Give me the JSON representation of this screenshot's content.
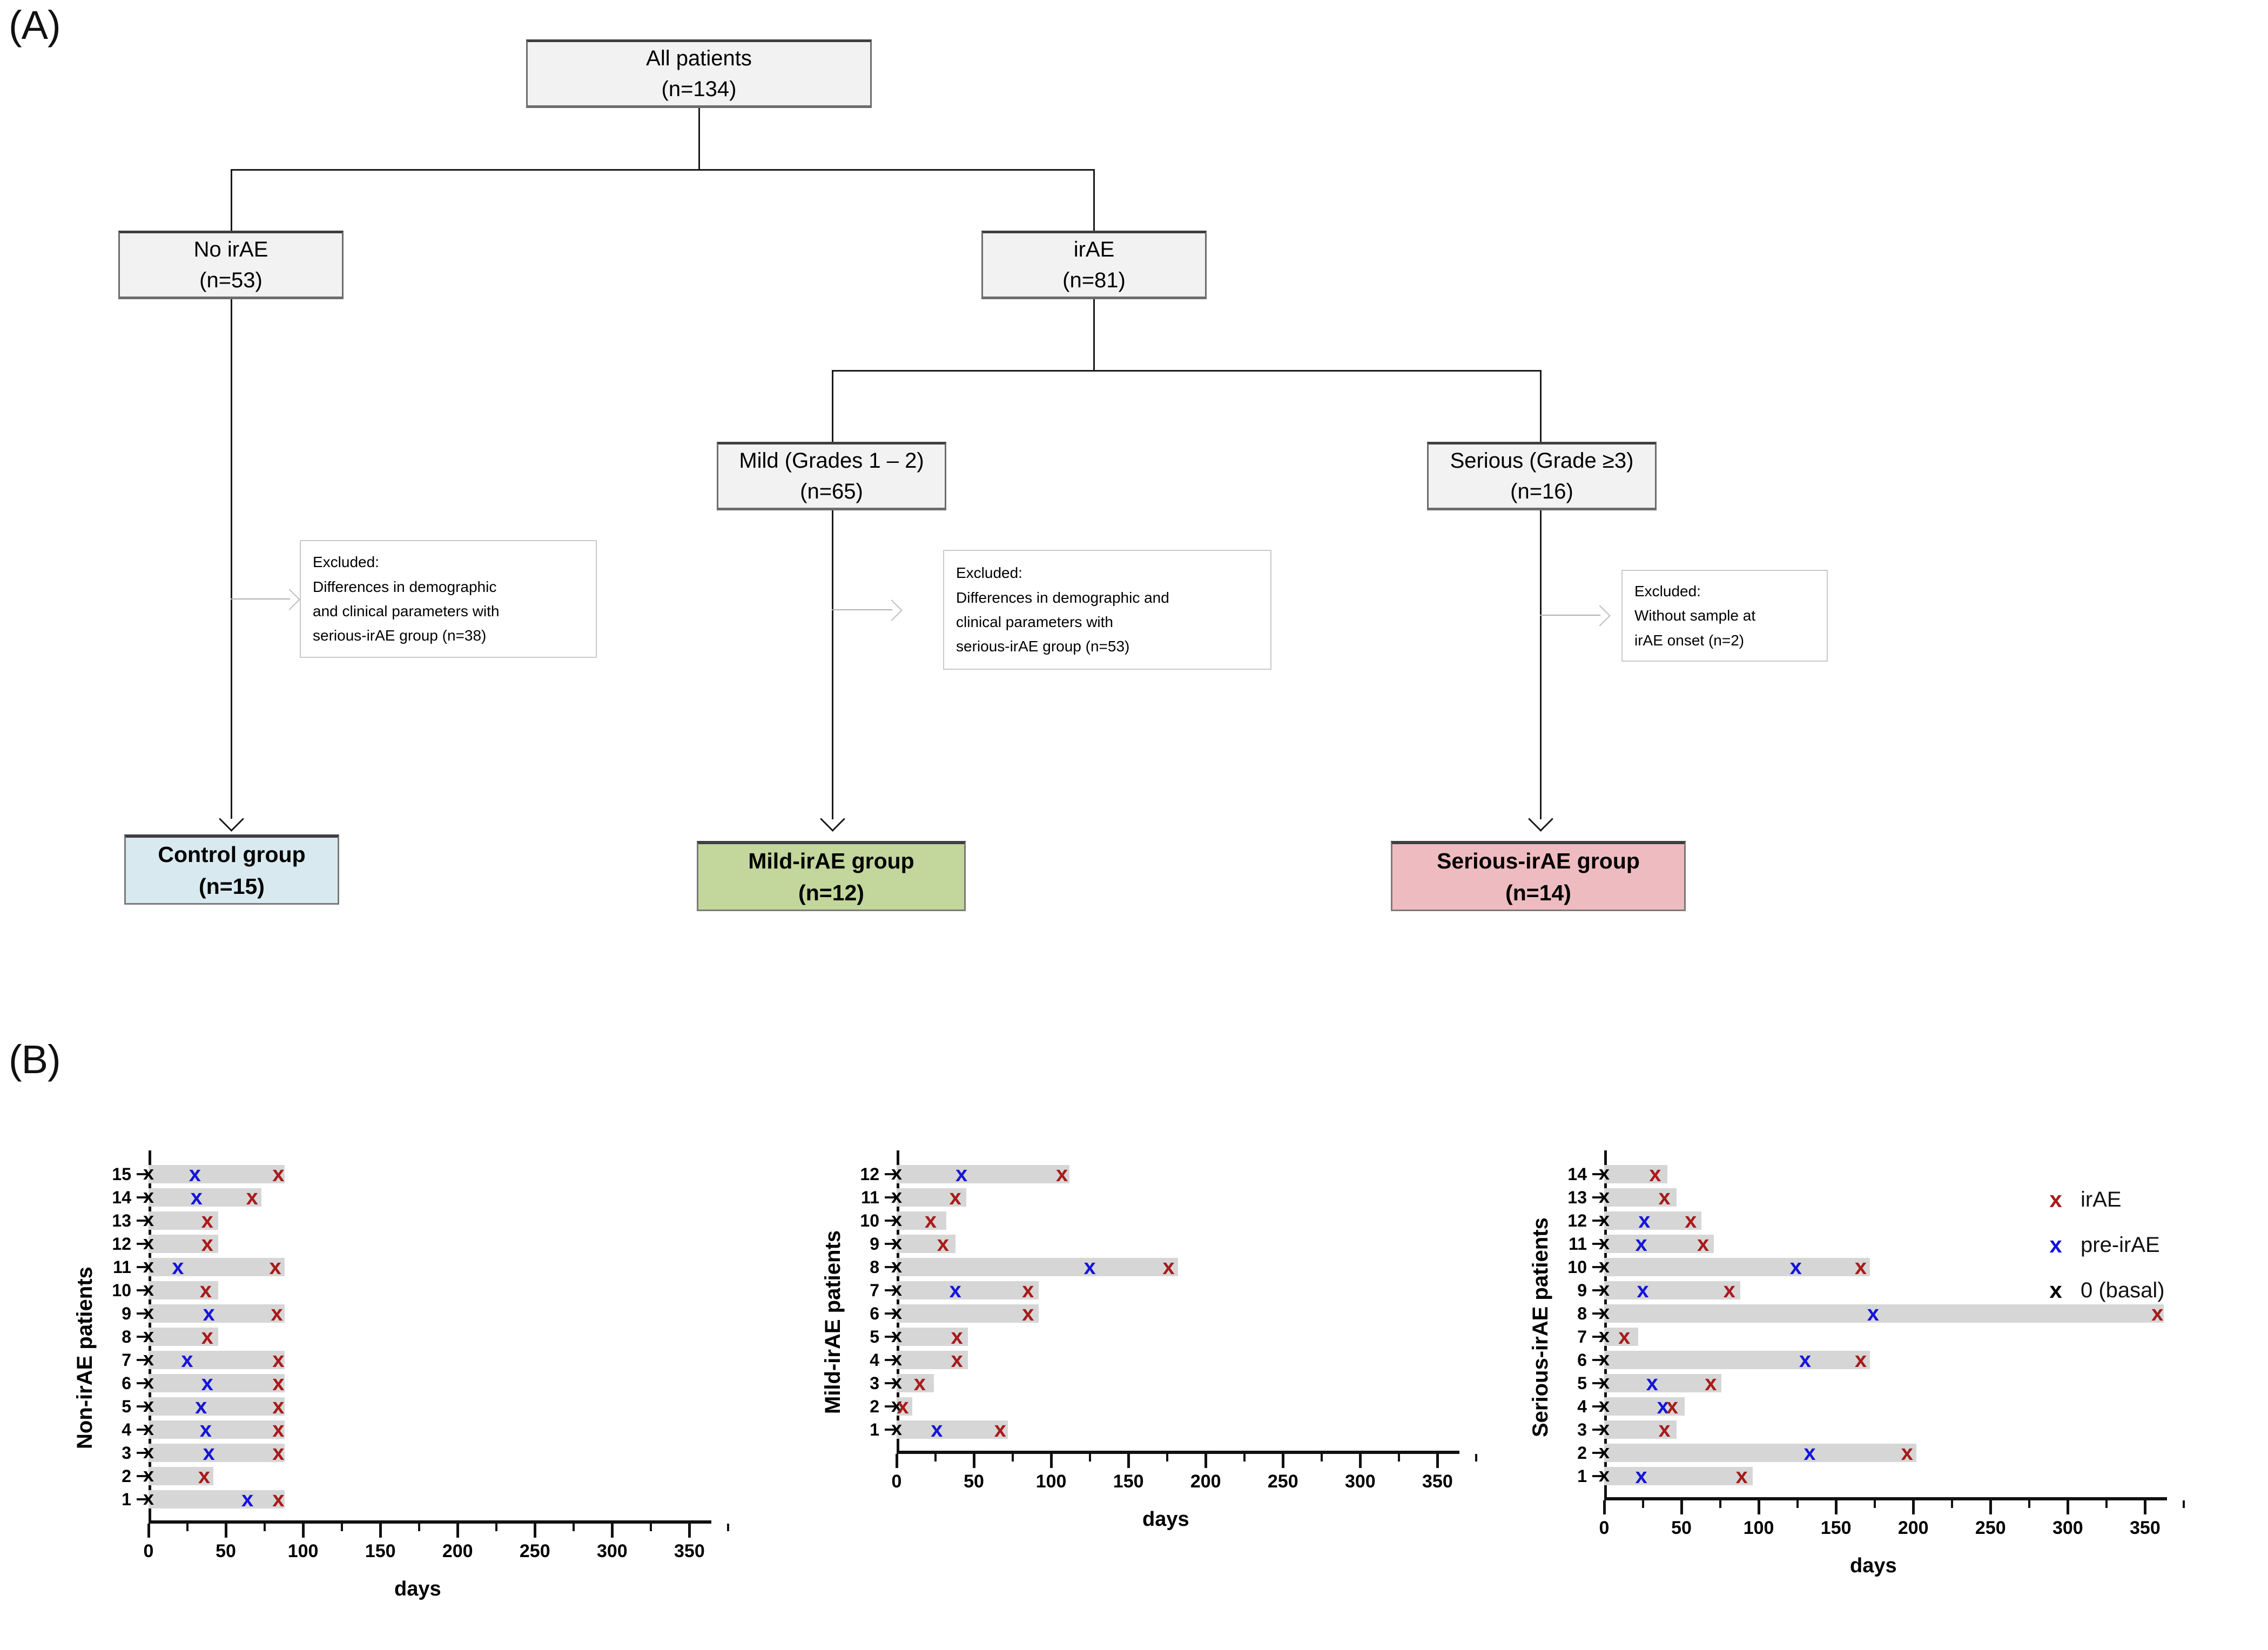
{
  "figure": {
    "panel_a_label": "(A)",
    "panel_b_label": "(B)"
  },
  "flowchart": {
    "nodes": {
      "all_patients": {
        "title": "All patients",
        "count": "(n=134)"
      },
      "no_irae": {
        "title": "No irAE",
        "count": "(n=53)"
      },
      "irae": {
        "title": "irAE",
        "count": "(n=81)"
      },
      "mild": {
        "title": "Mild (Grades 1 – 2)",
        "count": "(n=65)"
      },
      "serious": {
        "title": "Serious (Grade ≥3)",
        "count": "(n=16)"
      }
    },
    "exclusions": [
      {
        "heading": "Excluded:",
        "lines": [
          "Differences in demographic",
          "and clinical parameters with",
          "serious-irAE group (n=38)"
        ]
      },
      {
        "heading": "Excluded:",
        "lines": [
          "Differences in demographic and",
          "clinical parameters with",
          "serious-irAE group (n=53)"
        ]
      },
      {
        "heading": "Excluded:",
        "lines": [
          "Without sample at",
          "irAE onset (n=2)"
        ]
      }
    ],
    "results": [
      {
        "title": "Control group",
        "count": "(n=15)",
        "color": "#d9e9f0",
        "border": "#7a7a7a"
      },
      {
        "title": "Mild-irAE group",
        "count": "(n=12)",
        "color": "#c3d69b",
        "border": "#7a7a7a"
      },
      {
        "title": "Serious-irAE group",
        "count": "(n=14)",
        "color": "#eebcc0",
        "border": "#7a7a7a"
      }
    ]
  },
  "legend": {
    "items": [
      {
        "marker": "x",
        "label": "irAE",
        "color": "#a81a1a"
      },
      {
        "marker": "x",
        "label": "pre-irAE",
        "color": "#1414dc"
      },
      {
        "marker": "x",
        "label": "0 (basal)",
        "color": "#000000"
      }
    ]
  },
  "chart_data": [
    {
      "type": "bar",
      "id": "non-irae",
      "title": "",
      "ylabel": "Non-irAE patients",
      "xlabel": "days",
      "xlim": [
        0,
        360
      ],
      "xticks": [
        0,
        50,
        100,
        150,
        200,
        250,
        300,
        350
      ],
      "xtick_labels": [
        "0",
        "50",
        "100",
        "150",
        "200",
        "250",
        "300",
        "350"
      ],
      "minor_tick_step": 25,
      "grid": false,
      "categories": [
        "15",
        "14",
        "13",
        "12",
        "11",
        "10",
        "9",
        "8",
        "7",
        "6",
        "5",
        "4",
        "3",
        "2",
        "1"
      ],
      "bars": [
        {
          "patient": "15",
          "start": 0,
          "end": 88,
          "basal": 0,
          "pre_irae": 30,
          "irae": 84
        },
        {
          "patient": "14",
          "start": 0,
          "end": 73,
          "basal": 0,
          "pre_irae": 31,
          "irae": 67
        },
        {
          "patient": "13",
          "start": 0,
          "end": 45,
          "basal": 0,
          "pre_irae": null,
          "irae": 38
        },
        {
          "patient": "12",
          "start": 0,
          "end": 45,
          "basal": 0,
          "pre_irae": null,
          "irae": 38
        },
        {
          "patient": "11",
          "start": 0,
          "end": 88,
          "basal": 0,
          "pre_irae": 19,
          "irae": 82
        },
        {
          "patient": "10",
          "start": 0,
          "end": 45,
          "basal": 0,
          "pre_irae": null,
          "irae": 37
        },
        {
          "patient": "9",
          "start": 0,
          "end": 88,
          "basal": 0,
          "pre_irae": 39,
          "irae": 83
        },
        {
          "patient": "8",
          "start": 0,
          "end": 45,
          "basal": 0,
          "pre_irae": null,
          "irae": 38
        },
        {
          "patient": "7",
          "start": 0,
          "end": 88,
          "basal": 0,
          "pre_irae": 25,
          "irae": 84
        },
        {
          "patient": "6",
          "start": 0,
          "end": 88,
          "basal": 0,
          "pre_irae": 38,
          "irae": 84
        },
        {
          "patient": "5",
          "start": 0,
          "end": 88,
          "basal": 0,
          "pre_irae": 34,
          "irae": 84
        },
        {
          "patient": "4",
          "start": 0,
          "end": 88,
          "basal": 0,
          "pre_irae": 37,
          "irae": 84
        },
        {
          "patient": "3",
          "start": 0,
          "end": 88,
          "basal": 0,
          "pre_irae": 39,
          "irae": 84
        },
        {
          "patient": "2",
          "start": 0,
          "end": 42,
          "basal": 0,
          "pre_irae": null,
          "irae": 36
        },
        {
          "patient": "1",
          "start": 0,
          "end": 88,
          "basal": 0,
          "pre_irae": 64,
          "irae": 84
        }
      ]
    },
    {
      "type": "bar",
      "id": "mild-irae",
      "title": "",
      "ylabel": "Mild-irAE patients",
      "xlabel": "days",
      "xlim": [
        0,
        360
      ],
      "xticks": [
        0,
        50,
        100,
        150,
        200,
        250,
        300,
        350
      ],
      "xtick_labels": [
        "0",
        "50",
        "100",
        "150",
        "200",
        "250",
        "300",
        "350"
      ],
      "minor_tick_step": 25,
      "grid": false,
      "categories": [
        "12",
        "11",
        "10",
        "9",
        "8",
        "7",
        "6",
        "5",
        "4",
        "3",
        "2",
        "1"
      ],
      "bars": [
        {
          "patient": "12",
          "start": 0,
          "end": 112,
          "basal": 0,
          "pre_irae": 42,
          "irae": 107
        },
        {
          "patient": "11",
          "start": 0,
          "end": 45,
          "basal": 0,
          "pre_irae": null,
          "irae": 38
        },
        {
          "patient": "10",
          "start": 0,
          "end": 32,
          "basal": 0,
          "pre_irae": null,
          "irae": 22
        },
        {
          "patient": "9",
          "start": 0,
          "end": 38,
          "basal": 0,
          "pre_irae": null,
          "irae": 30
        },
        {
          "patient": "8",
          "start": 0,
          "end": 182,
          "basal": 0,
          "pre_irae": 125,
          "irae": 176
        },
        {
          "patient": "7",
          "start": 0,
          "end": 92,
          "basal": 0,
          "pre_irae": 38,
          "irae": 85
        },
        {
          "patient": "6",
          "start": 0,
          "end": 92,
          "basal": 0,
          "pre_irae": null,
          "irae": 85
        },
        {
          "patient": "5",
          "start": 0,
          "end": 46,
          "basal": 0,
          "pre_irae": null,
          "irae": 39
        },
        {
          "patient": "4",
          "start": 0,
          "end": 46,
          "basal": 0,
          "pre_irae": null,
          "irae": 39
        },
        {
          "patient": "3",
          "start": 0,
          "end": 24,
          "basal": 0,
          "pre_irae": null,
          "irae": 15
        },
        {
          "patient": "2",
          "start": 0,
          "end": 10,
          "basal": 0,
          "pre_irae": null,
          "irae": 4
        },
        {
          "patient": "1",
          "start": 0,
          "end": 72,
          "basal": 0,
          "pre_irae": 26,
          "irae": 67
        }
      ]
    },
    {
      "type": "bar",
      "id": "serious-irae",
      "title": "",
      "ylabel": "Serious-irAE patients",
      "xlabel": "days",
      "xlim": [
        0,
        380
      ],
      "xticks": [
        0,
        50,
        100,
        150,
        200,
        250,
        300,
        350
      ],
      "xtick_labels": [
        "0",
        "50",
        "100",
        "150",
        "200",
        "250",
        "300",
        "350"
      ],
      "minor_tick_step": 25,
      "grid": false,
      "categories": [
        "14",
        "13",
        "12",
        "11",
        "10",
        "9",
        "8",
        "7",
        "6",
        "5",
        "4",
        "3",
        "2",
        "1"
      ],
      "bars": [
        {
          "patient": "14",
          "start": 0,
          "end": 41,
          "basal": 0,
          "pre_irae": null,
          "irae": 33
        },
        {
          "patient": "13",
          "start": 0,
          "end": 47,
          "basal": 0,
          "pre_irae": null,
          "irae": 39
        },
        {
          "patient": "12",
          "start": 0,
          "end": 63,
          "basal": 0,
          "pre_irae": 26,
          "irae": 56
        },
        {
          "patient": "11",
          "start": 0,
          "end": 71,
          "basal": 0,
          "pre_irae": 24,
          "irae": 64
        },
        {
          "patient": "10",
          "start": 0,
          "end": 172,
          "basal": 0,
          "pre_irae": 124,
          "irae": 166
        },
        {
          "patient": "9",
          "start": 0,
          "end": 88,
          "basal": 0,
          "pre_irae": 25,
          "irae": 81
        },
        {
          "patient": "8",
          "start": 0,
          "end": 362,
          "basal": 0,
          "pre_irae": 174,
          "irae": 358
        },
        {
          "patient": "7",
          "start": 0,
          "end": 22,
          "basal": 0,
          "pre_irae": null,
          "irae": 13
        },
        {
          "patient": "6",
          "start": 0,
          "end": 172,
          "basal": 0,
          "pre_irae": 130,
          "irae": 166
        },
        {
          "patient": "5",
          "start": 0,
          "end": 76,
          "basal": 0,
          "pre_irae": 31,
          "irae": 69
        },
        {
          "patient": "4",
          "start": 0,
          "end": 52,
          "basal": 0,
          "pre_irae": 38,
          "irae": 44
        },
        {
          "patient": "3",
          "start": 0,
          "end": 47,
          "basal": 0,
          "pre_irae": null,
          "irae": 39
        },
        {
          "patient": "2",
          "start": 0,
          "end": 202,
          "basal": 0,
          "pre_irae": 133,
          "irae": 196
        },
        {
          "patient": "1",
          "start": 0,
          "end": 96,
          "basal": 0,
          "pre_irae": 24,
          "irae": 89
        }
      ]
    }
  ]
}
